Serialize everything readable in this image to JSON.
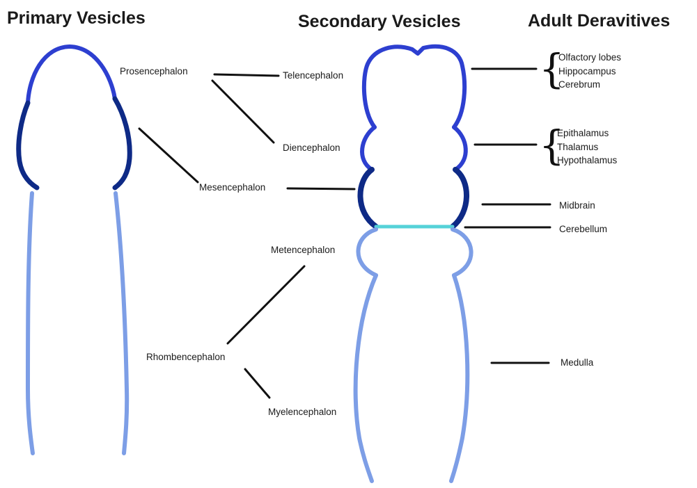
{
  "headings": {
    "primary": "Primary Vesicles",
    "secondary": "Secondary Vesicles",
    "adult": "Adult Deravitives"
  },
  "primary_vesicles": {
    "prosencephalon": "Prosencephalon",
    "mesencephalon": "Mesencephalon",
    "rhombencephalon": "Rhombencephalon"
  },
  "secondary_vesicles": {
    "telencephalon": "Telencephalon",
    "diencephalon": "Diencephalon",
    "metencephalon": "Metencephalon",
    "myelencephalon": "Myelencephalon"
  },
  "adult_derivatives": {
    "telencephalon_group": [
      "Olfactory lobes",
      "Hippocampus",
      "Cerebrum"
    ],
    "diencephalon_group": [
      "Epithalamus",
      "Thalamus",
      "Hypothalamus"
    ],
    "midbrain": "Midbrain",
    "cerebellum": "Cerebellum",
    "medulla": "Medulla"
  },
  "colors": {
    "forebrain": "#2d3fd0",
    "midbrain": "#0e2a86",
    "hindbrain": "#7d9ee6",
    "cerebellum_boundary": "#55d2d8",
    "connector": "#111111"
  }
}
